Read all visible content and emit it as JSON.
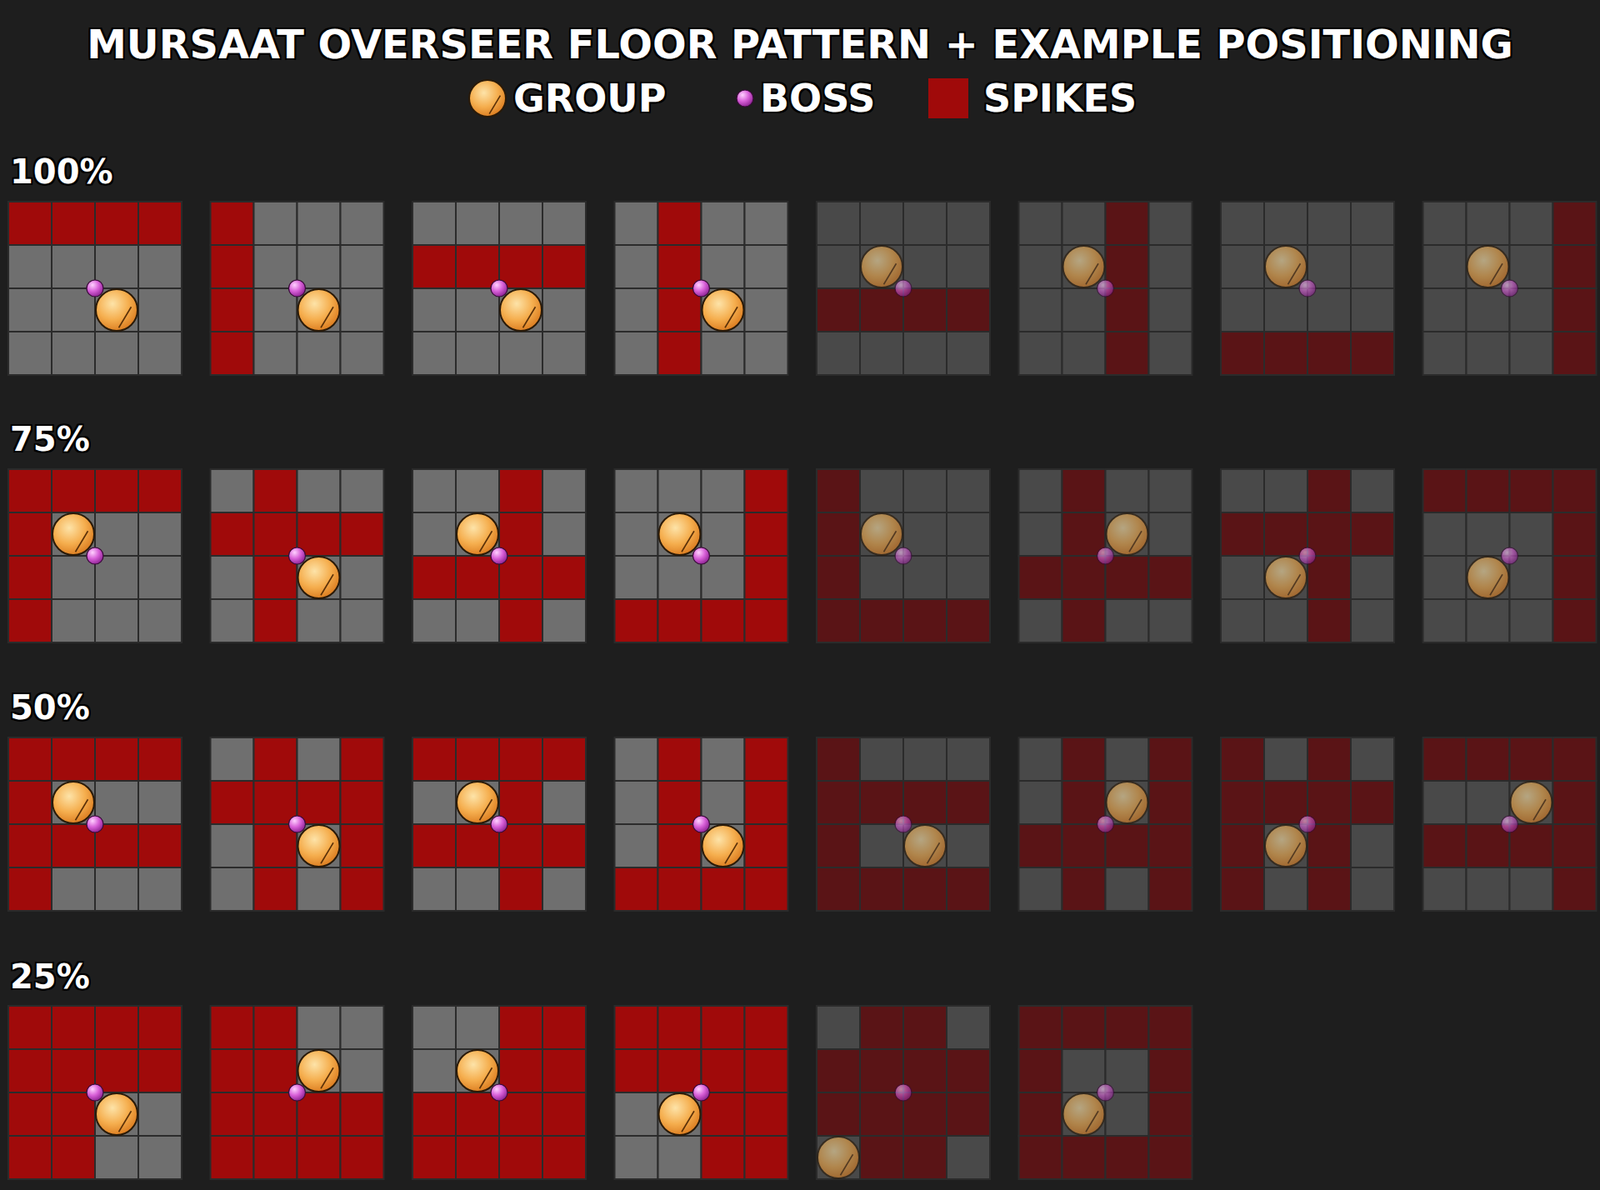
{
  "diagram": {
    "title": "MURSAAT OVERSEER FLOOR PATTERN + EXAMPLE POSITIONING",
    "labels": [
      "100%",
      "75%",
      "50%",
      "25%"
    ],
    "legend": [
      {
        "text": "GROUP"
      },
      {
        "text": "BOSS"
      },
      {
        "text": "SPIKES",
        "color": "#a00a0a"
      }
    ]
  }
}
